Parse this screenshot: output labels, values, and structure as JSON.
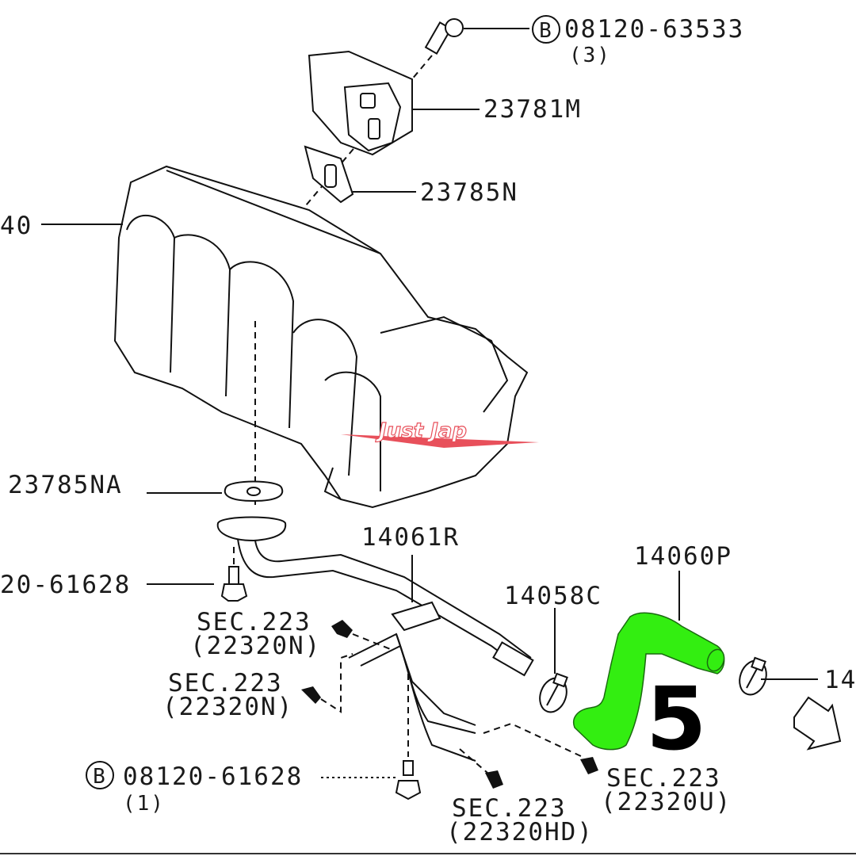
{
  "diagram": {
    "labels": {
      "bolt_top": {
        "badge": "B",
        "part": "08120-63533",
        "qty": "(3)"
      },
      "valve": "23781M",
      "gasket_top": "23785N",
      "manifold": "40",
      "gasket_lower": "23785NA",
      "bolt_left": "20-61628",
      "pipe": "14061R",
      "sec_n_1": {
        "sec": "SEC.223",
        "ref": "(22320N)"
      },
      "sec_n_2": {
        "sec": "SEC.223",
        "ref": "(22320N)"
      },
      "bolt_bottom": {
        "badge": "B",
        "part": "08120-61628",
        "qty": "(1)"
      },
      "sec_hd": {
        "sec": "SEC.223",
        "ref": "(22320HD)"
      },
      "sec_u": {
        "sec": "SEC.223",
        "ref": "(22320U)"
      },
      "clamp_left": "14058C",
      "hose": "14060P",
      "clamp_right": "14"
    },
    "callout_number": "5",
    "watermark": "Just Jap",
    "colors": {
      "highlight": "#33ee11",
      "watermark": "#e8505b"
    }
  }
}
